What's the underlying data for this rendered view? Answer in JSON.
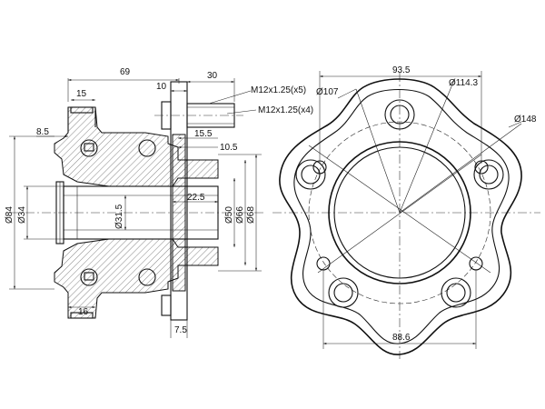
{
  "drawing": {
    "side_view": {
      "dims": {
        "d69": "69",
        "d30": "30",
        "d15": "15",
        "d10": "10",
        "d8_5": "8.5",
        "d15_5": "15.5",
        "d10_5": "10.5",
        "d22_5": "22.5",
        "d16": "16",
        "d7_5": "7.5",
        "dia84": "Ø84",
        "dia34": "Ø34",
        "dia31_5": "Ø31.5",
        "dia50": "Ø50",
        "dia66": "Ø66",
        "dia68": "Ø68",
        "thread_a": "M12x1.25(x5)",
        "thread_b": "M12x1.25(x4)"
      }
    },
    "front_view": {
      "dims": {
        "d93_5": "93.5",
        "d88_6": "88.6",
        "dia107": "Ø107",
        "dia114_3": "Ø114.3",
        "dia148": "Ø148"
      }
    }
  }
}
